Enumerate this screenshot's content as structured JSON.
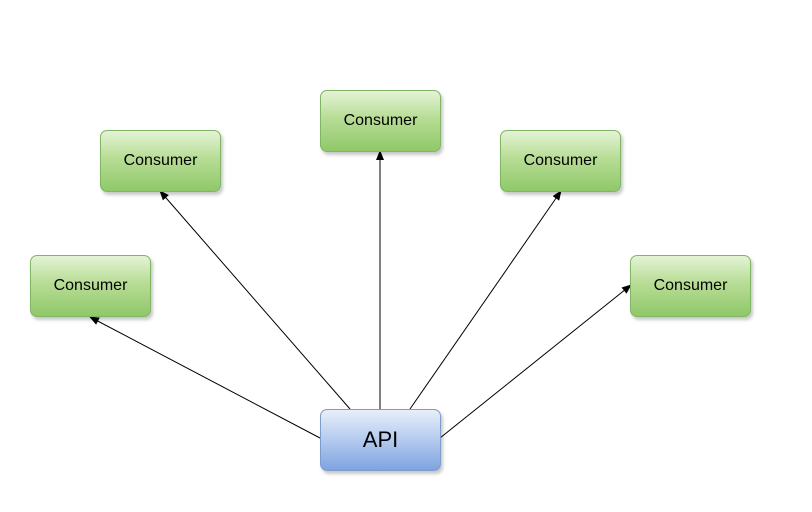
{
  "diagram": {
    "api_label": "API",
    "consumers": [
      {
        "label": "Consumer"
      },
      {
        "label": "Consumer"
      },
      {
        "label": "Consumer"
      },
      {
        "label": "Consumer"
      },
      {
        "label": "Consumer"
      }
    ],
    "colors": {
      "consumer_fill": "#a9d38a",
      "consumer_border": "#7fb665",
      "api_fill": "#a3bff0",
      "api_border": "#7d9ccc",
      "edge": "#000000"
    }
  }
}
